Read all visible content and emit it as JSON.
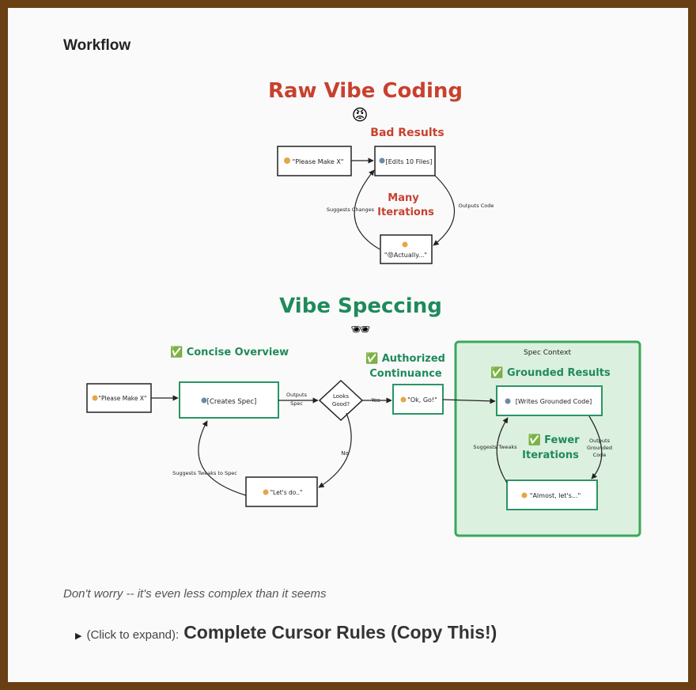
{
  "heading": "Workflow",
  "raw": {
    "title": "Raw Vibe Coding",
    "emoji": "😡",
    "bad_results": "Bad Results",
    "box_make": "\"Please Make X\"",
    "box_edits": "[Edits 10 Files]",
    "box_actually": "\"😡Actually...\"",
    "many": "Many",
    "iterations": "Iterations",
    "outputs_code": "Outputs  Code",
    "suggests_changes": "Suggests Changes"
  },
  "spec": {
    "title": "Vibe Speccing",
    "emoji": "🕶",
    "concise_overview": "✅ Concise Overview",
    "authorized": "✅ Authorized",
    "continuance": "Continuance",
    "box_make": "\"Please Make X\"",
    "box_creates": "[Creates Spec]",
    "outputs": "Outputs",
    "spec_word": "Spec",
    "looks": "Looks",
    "good": "Good?",
    "yes": "Yes",
    "no": "No",
    "box_okgo": "\"Ok, Go!\"",
    "box_lets": "\"Let's do..\"",
    "suggests_tweaks": "Suggests Tweaks to Spec",
    "context_title": "Spec Context",
    "grounded_results": "✅ Grounded Results",
    "box_writes": "[Writes Grounded Code]",
    "fewer": "✅ Fewer",
    "iterations": "Iterations",
    "outputs2": "Outputs",
    "grounded2": "Grounded",
    "code2": "Code",
    "suggests_tweaks2": "Suggests Tweaks",
    "box_almost": "\"Almost, let's...\""
  },
  "caption": "Don't worry -- it's even less complex than it seems",
  "expand": {
    "prefix": "(Click to expand):",
    "title": "Complete Cursor Rules (Copy This!)"
  },
  "colors": {
    "red": "#c8412e",
    "green": "#1f8a5b",
    "spec_bg": "#dcf0df",
    "spec_border": "#3aa85b"
  }
}
